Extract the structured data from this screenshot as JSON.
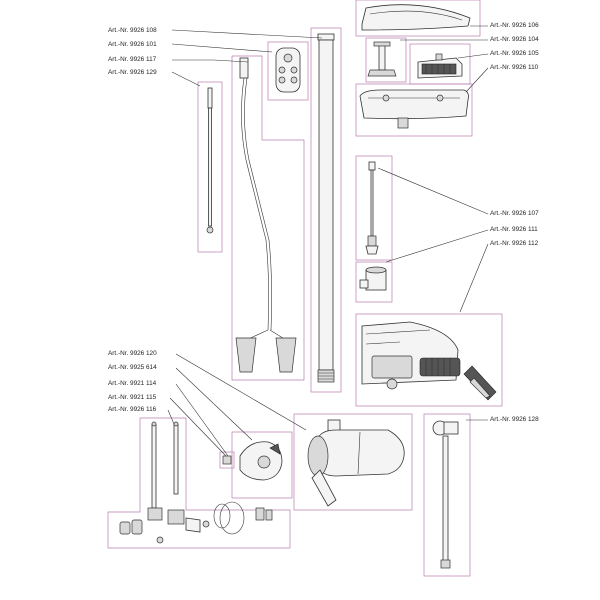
{
  "labels": {
    "l9926108": "Art.-Nr. 9926 108",
    "l9926101": "Art.-Nr. 9926 101",
    "l9926117": "Art.-Nr. 9926 117",
    "l9926129": "Art.-Nr. 9926 129",
    "l9926106": "Art.-Nr. 9926 106",
    "l9926104": "Art.-Nr. 9926 104",
    "l9926105": "Art.-Nr. 9926 105",
    "l9926110": "Art.-Nr. 9926 110",
    "l9926107": "Art.-Nr. 9926 107",
    "l9926111": "Art.-Nr. 9926 111",
    "l9926112": "Art.-Nr. 9926 112",
    "l9926120": "Art.-Nr. 9926 120",
    "l9925614": "Art.-Nr. 9925 614",
    "l9921114": "Art.-Nr. 9921 114",
    "l9921115": "Art.-Nr. 9921 115",
    "l9926116": "Art.-Nr. 9926 116",
    "l9926128": "Art.-Nr. 9926 128"
  },
  "colors": {
    "frame": "#b77db0",
    "line": "#333333",
    "text": "#222222"
  }
}
